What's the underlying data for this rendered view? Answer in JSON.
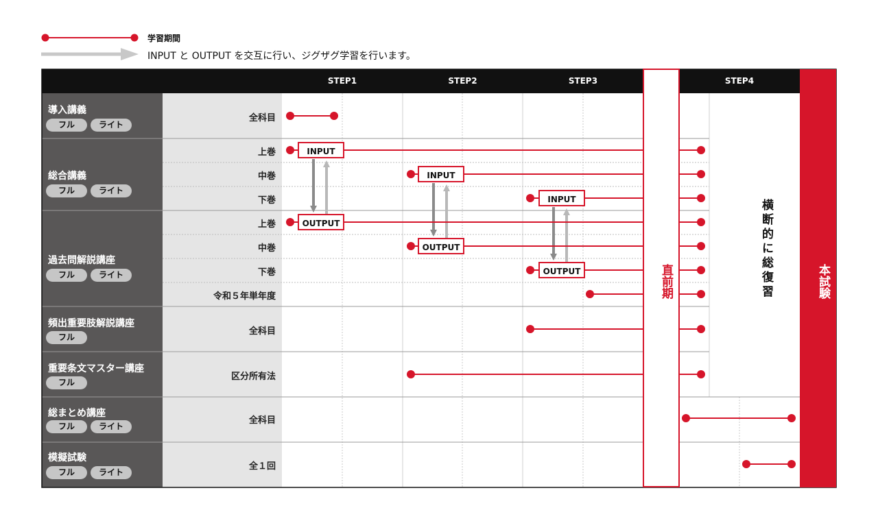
{
  "legend": {
    "period_label": "学習期間",
    "zigzag_label": "INPUT と OUTPUT を交互に行い、ジグザグ学習を行います。"
  },
  "steps": [
    "STEP1",
    "STEP2",
    "STEP3",
    "STEP4"
  ],
  "special": {
    "chokuzen": "直前期",
    "honshiken": "本試験",
    "review": "横断的に総復習"
  },
  "box_labels": {
    "input": "INPUT",
    "output": "OUTPUT"
  },
  "courses": [
    {
      "title": "導入講義",
      "tags": [
        "フル",
        "ライト"
      ]
    },
    {
      "title": "総合講義",
      "tags": [
        "フル",
        "ライト"
      ]
    },
    {
      "title": "過去問解説講座",
      "tags": [
        "フル",
        "ライト"
      ]
    },
    {
      "title": "頻出重要肢解説講座",
      "tags": [
        "フル"
      ]
    },
    {
      "title": "重要条文マスター講座",
      "tags": [
        "フル"
      ]
    },
    {
      "title": "総まとめ講座",
      "tags": [
        "フル",
        "ライト"
      ]
    },
    {
      "title": "模擬試験",
      "tags": [
        "フル",
        "ライト"
      ]
    }
  ],
  "rows": [
    "全科目",
    "上巻",
    "中巻",
    "下巻",
    "上巻",
    "中巻",
    "下巻",
    "令和５年単年度",
    "全科目",
    "区分所有法",
    "全科目",
    "全１回"
  ],
  "colors": {
    "accent": "#d6152a",
    "header": "#111111",
    "course_bg": "#595757",
    "row_bg": "#e5e5e5",
    "pill": "#c6c6c6",
    "arrow_dark": "#8a8a8a",
    "arrow_light": "#b8b8b8"
  }
}
